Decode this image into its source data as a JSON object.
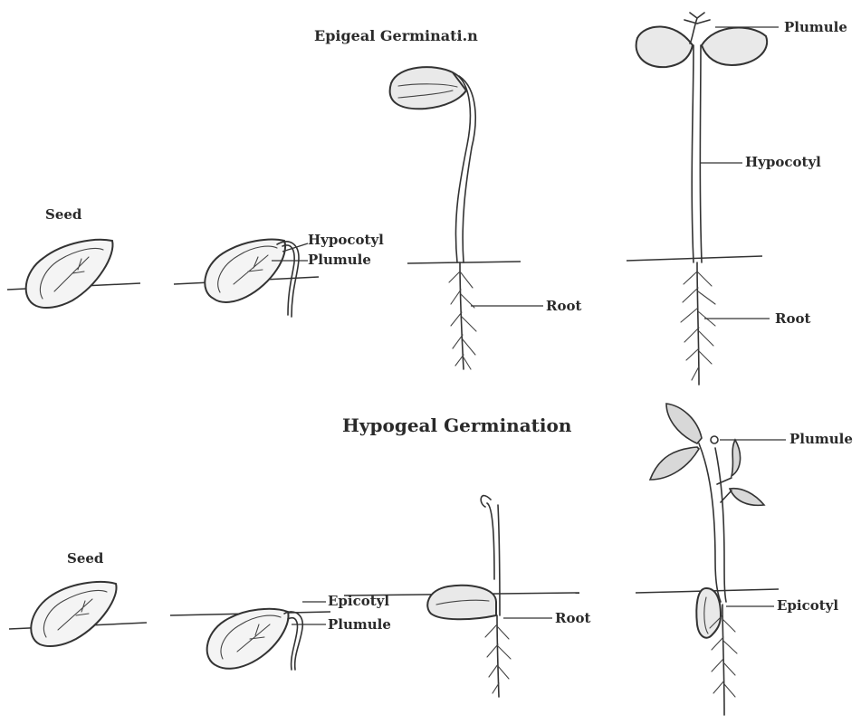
{
  "diagram": {
    "epigeal": {
      "title": "Epigeal Germinati.n",
      "seed_label": "Seed",
      "stage2": {
        "hypocotyl_label": "Hypocotyl",
        "plumule_label": "Plumule"
      },
      "stage3": {
        "root_label": "Root"
      },
      "stage4": {
        "plumule_label": "Plumule",
        "hypocotyl_label": "Hypocotyl",
        "root_label": "Root"
      }
    },
    "hypogeal": {
      "title": "Hypogeal Germination",
      "seed_label": "Seed",
      "stage2": {
        "epicotyl_label": "Epicotyl",
        "plumule_label": "Plumule"
      },
      "stage3": {
        "root_label": "Root"
      },
      "stage4": {
        "plumule_label": "Plumule",
        "epicotyl_label": "Epicotyl"
      }
    }
  }
}
